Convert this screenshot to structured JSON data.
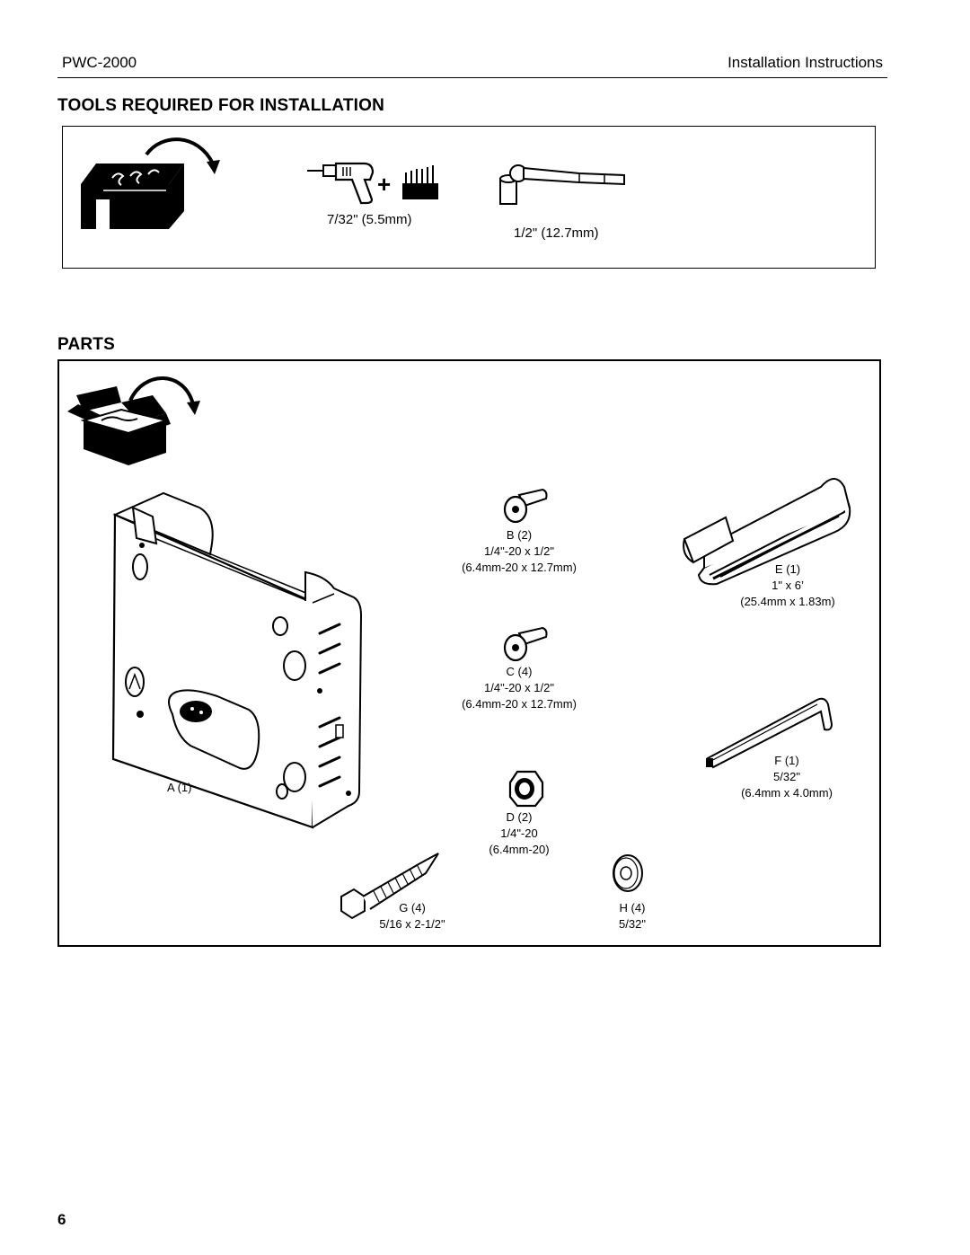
{
  "header": {
    "model": "PWC-2000",
    "doc_title": "Installation Instructions"
  },
  "tools": {
    "title": "TOOLS REQUIRED FOR INSTALLATION",
    "drill_bit_size": "7/32\" (5.5mm)",
    "socket_size": "1/2\" (12.7mm)"
  },
  "parts": {
    "title": "PARTS",
    "items": [
      {
        "id": "A (1)"
      },
      {
        "id": "B (2)",
        "spec": "1/4\"-20 x 1/2\"",
        "metric": "(6.4mm-20 x 12.7mm)"
      },
      {
        "id": "C (4)",
        "spec": "1/4\"-20 x 1/2\"",
        "metric": "(6.4mm-20 x 12.7mm)"
      },
      {
        "id": "D (2)",
        "spec": "1/4\"-20",
        "metric": "(6.4mm-20)"
      },
      {
        "id": "E (1)",
        "spec": "1\" x 6’",
        "metric": "(25.4mm x 1.83m)"
      },
      {
        "id": "F (1)",
        "spec": "5/32\"",
        "metric": "(6.4mm x 4.0mm)"
      },
      {
        "id": "G (4)",
        "spec": "5/16 x 2-1/2\""
      },
      {
        "id": "H (4)",
        "spec": "5/32\""
      }
    ]
  },
  "page_number": "6"
}
